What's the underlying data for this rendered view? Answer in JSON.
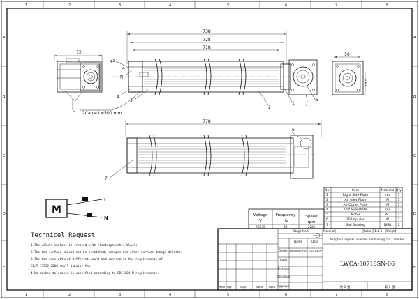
{
  "border": {
    "cols_top": [
      "1",
      "2",
      "3",
      "4",
      "5",
      "6",
      "7",
      "8"
    ],
    "cols_bottom": [
      "1",
      "2",
      "3",
      "4",
      "5",
      "6",
      "7",
      "8"
    ],
    "rows_left": [
      "A",
      "B",
      "C",
      "D",
      "E"
    ],
    "rows_right": [
      "A",
      "B",
      "C",
      "D",
      "E"
    ]
  },
  "dims": {
    "overall": "738",
    "inner1": "728",
    "inner2": "718",
    "side_width": "72",
    "side_right": "50",
    "dia": "φ2",
    "height": "28",
    "right_h": "18.5",
    "bottom_len": "778",
    "cable": "2Cable L=500 mm"
  },
  "callouts": {
    "c1": "1",
    "c2": "2",
    "c3": "3",
    "c4": "4",
    "c5": "5",
    "c6": "6",
    "c7": "7"
  },
  "wiring": {
    "motor": "M",
    "l": "L",
    "n": "N"
  },
  "bom": {
    "headers": [
      "No.",
      "Item",
      "Material",
      "Qty"
    ],
    "rows": [
      [
        "1",
        "Right Side Plate",
        "Iron",
        "1"
      ],
      [
        "2",
        "Air Inlet Plate",
        "Al",
        "1"
      ],
      [
        "3",
        "Air Outlet Plate",
        "Al",
        "1"
      ],
      [
        "4",
        "Left Side Plate",
        "Iron",
        "1"
      ],
      [
        "5",
        "Motor",
        "AC",
        "1"
      ],
      [
        "6",
        "30 Impuller",
        "Al",
        "2"
      ],
      [
        "7",
        "Ball Bearing",
        "NMB",
        "2"
      ]
    ]
  },
  "spec": {
    "h1": "Voltage",
    "h1u": "V",
    "h2": "Frequency",
    "h2u": "Hz",
    "h3": "Speed",
    "h3u": "rpm",
    "v1": "AC230",
    "v2": "50",
    "v3": "2200"
  },
  "request": {
    "title": "Technicel Request",
    "lines": [
      "1.The volute surface is treated with electrophoretic black;",
      "2.The fan surface should not be scratched, scrapes and other surface damage defects;",
      "3.The fan runs without different sound and conform to the requirements of",
      "  GB/T 13932-2008 small tubular fan;",
      "4.No marked tolerance in specified according to GB/1804-M requirements."
    ]
  },
  "title_block": {
    "stage_mark": "Stage Mark",
    "weight": "Weight",
    "ratio": "Ratio",
    "ratio_val": "1:4.5",
    "material": "Material",
    "name": "Name",
    "date": "Date",
    "design": "Design",
    "designer": "ZHENGMEIYUN",
    "design_date": "2022.05.09",
    "audit": "Audit",
    "technics": "Technics",
    "standard": "Standard",
    "approve": "Approve",
    "company": "Ningbo Longwell Electric Technology Co., Limited",
    "drawing_no": "LWCA-30718SN-06",
    "sheet_total": "共 1 张",
    "sheet_no": "第 1 张",
    "rev_cols": [
      "Mark",
      "Qty",
      "Sign",
      "Name",
      "Date"
    ]
  }
}
